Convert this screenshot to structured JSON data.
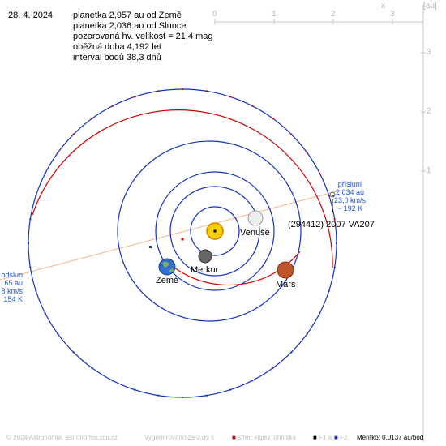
{
  "date": "28. 4. 2024",
  "info": [
    "planetka 2,957 au od Země",
    "planetka 2,036 au od Slunce",
    "pozorovaná hv. velikost = 21,4 mag",
    "oběžná doba 4,192 let",
    "interval bodů 38,3 dnů"
  ],
  "axis": {
    "x_ticks": [
      "0",
      "1",
      "2",
      "3"
    ],
    "x_label": "x",
    "unit": "[au]",
    "y_ticks": [
      "3",
      "2",
      "1"
    ]
  },
  "labels": {
    "asteroid": "(294412) 2007 VA207",
    "venus": "Venuše",
    "mercury": "Merkur",
    "earth": "Země",
    "mars": "Mars"
  },
  "perihelion": [
    "přísluní",
    "2,034 au",
    "23,0 km/s",
    "~ 192 K"
  ],
  "aphelion": [
    "odslun",
    "65 au",
    "8 km/s",
    "154 K"
  ],
  "footer": {
    "copyright": "© 2024 Astronomia, astronomia.zcu.cz",
    "generated": "Vygenerováno za 0,09 s",
    "legend_center": "střed elipsy, ohniska",
    "legend_f1": "F1 a",
    "legend_f2": "F2",
    "scale": "Měřítko: 0,0137 au/bod"
  },
  "colors": {
    "asteroid_near": "#cc0000",
    "asteroid_far": "#1133bb",
    "planet_orbit": "#1133bb",
    "mars_orbit": "#cc0000",
    "axis": "#c8c8c8",
    "apsis_line": "#f2b48a",
    "label_blue": "#2255cc"
  }
}
